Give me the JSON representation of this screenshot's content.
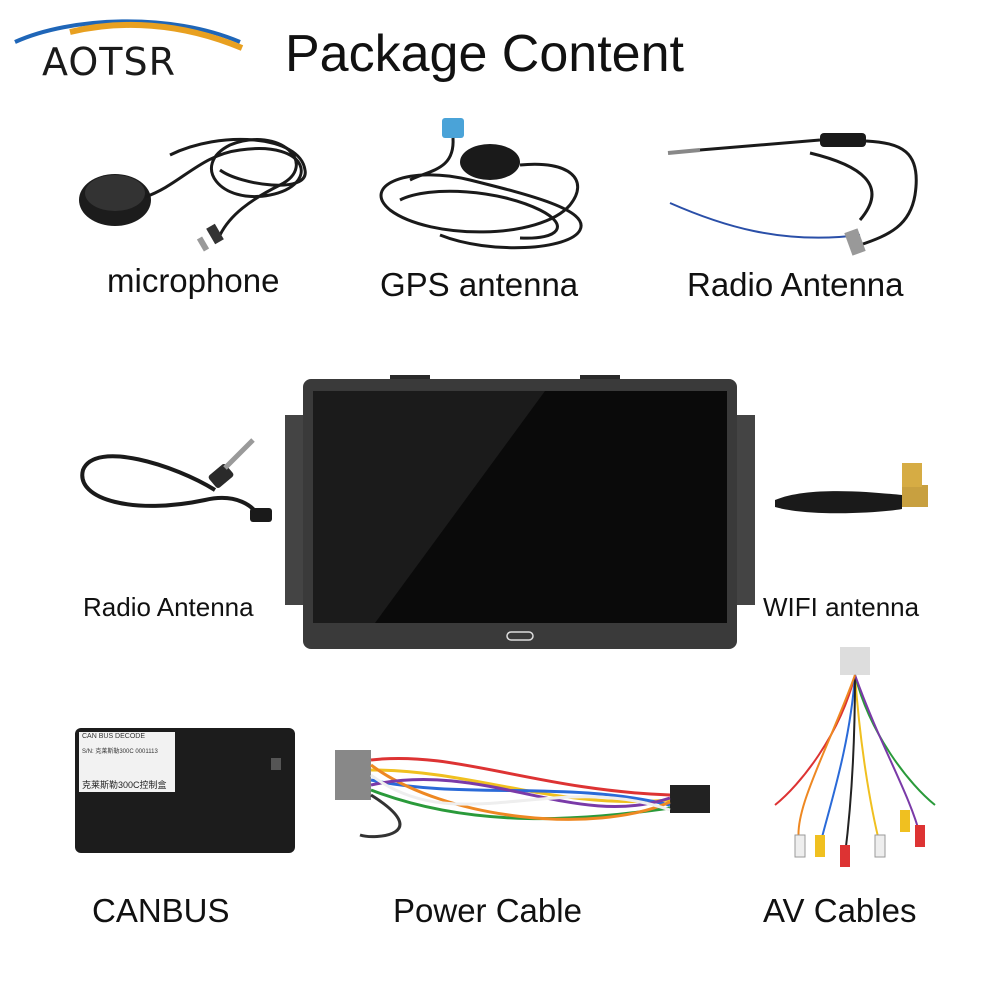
{
  "brand": {
    "name": "AOTSR",
    "swoosh_color": "#e8a020",
    "swoosh_color_2": "#1f66b8"
  },
  "header": {
    "title": "Package Content"
  },
  "items": [
    {
      "label": "microphone"
    },
    {
      "label": "GPS antenna"
    },
    {
      "label": "Radio Antenna"
    },
    {
      "label": "Radio Antenna"
    },
    {
      "label": "WIFI antenna"
    },
    {
      "label": "CANBUS"
    },
    {
      "label": "Power Cable"
    },
    {
      "label": "AV Cables"
    }
  ],
  "canbus_box": {
    "line1": "CAN BUS DECODE",
    "line2": "S/N: 克莱斯勒300C 0001113",
    "line3": "克莱斯勒300C控制盒"
  },
  "colors": {
    "cable": "#1a1a1a",
    "screen_frame": "#3a3a3a",
    "screen": "#0a0a0a",
    "radio_wire": "#2a4fa8",
    "gps_connector": "#4aa3d8"
  }
}
